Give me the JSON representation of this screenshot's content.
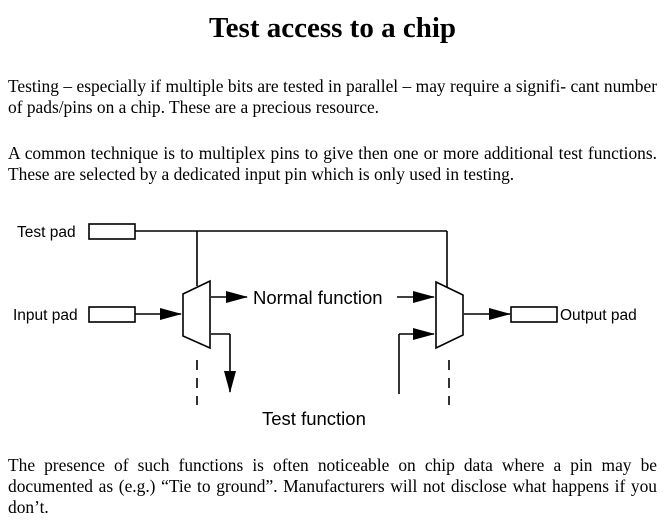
{
  "title": "Test access to a chip",
  "paragraphs": [
    "Testing – especially if multiple bits are tested in parallel – may require a signifi- cant number of pads/pins on a chip. These are a precious resource.",
    "A common technique is to multiplex pins to give then one or more additional test functions. These are selected by a dedicated input pin which is only used in testing.",
    "The presence of such functions is often noticeable on chip data where a pin may be documented as (e.g.) “Tie to ground”. Manufacturers will not disclose what happens if you don’t."
  ],
  "diagram": {
    "test_pad": "Test pad",
    "input_pad": "Input pad",
    "normal_function": "Normal function",
    "output_pad": "Output pad",
    "test_function": "Test function"
  }
}
